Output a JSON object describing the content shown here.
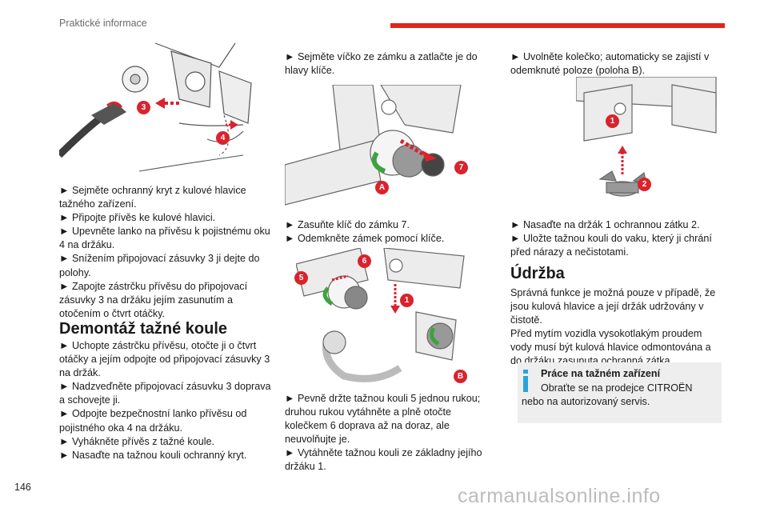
{
  "header": {
    "section_title": "Praktické informace",
    "accent_color": "#e1251b"
  },
  "footer": {
    "page_number": "146",
    "watermark": "carmanualsonline.info"
  },
  "col1": {
    "steps_top": [
      "► Sejměte ochranný kryt z kulové hlavice tažného zařízení.",
      "► Připojte přívěs ke kulové hlavici.",
      "► Upevněte lanko na přívěsu k pojistnému oku 4 na držáku.",
      "► Snížením připojovací zásuvky 3 ji dejte do polohy.",
      "► Zapojte zástrčku přívěsu do připojovací zásuvky 3 na držáku jejím zasunutím a otočením o čtvrt otáčky."
    ],
    "heading": "Demontáž tažné koule",
    "steps_bottom": [
      "► Uchopte zástrčku přívěsu, otočte ji o čtvrt otáčky a jejím odpojte od připojovací zásuvky 3 na držák.",
      "► Nadzveďněte připojovací zásuvku 3 doprava a schovejte ji.",
      "► Odpojte bezpečnostní lanko přívěsu od pojistného oka 4 na držáku.",
      "► Vyhákněte přívěs z tažné koule.",
      "► Nasaďte na tažnou kouli ochranný kryt."
    ],
    "callouts": [
      "3",
      "4"
    ]
  },
  "col2": {
    "intro": "► Sejměte víčko ze zámku a zatlačte je do hlavy klíče.",
    "steps_mid": [
      "► Zasuňte klíč do zámku 7.",
      "► Odemkněte zámek pomocí klíče."
    ],
    "steps_bottom": [
      "► Pevně držte tažnou kouli 5 jednou rukou; druhou rukou vytáhněte a plně otočte kolečkem 6 doprava až na doraz, ale neuvolňujte je.",
      "► Vytáhněte tažnou kouli ze základny jejího držáku 1."
    ],
    "callouts_top": [
      "7",
      "A"
    ],
    "callouts_bottom": [
      "5",
      "6",
      "1",
      "B"
    ]
  },
  "col3": {
    "intro": "► Uvolněte kolečko; automaticky se zajistí v odemknuté poloze (poloha B).",
    "steps_mid": [
      "► Nasaďte na držák 1 ochrannou zátku 2.",
      "► Uložte tažnou kouli do vaku, který ji chrání před nárazy a nečistotami."
    ],
    "heading": "Údržba",
    "paragraphs": [
      "Správná funkce je možná pouze v případě, že jsou kulová hlavice a její držák udržovány v čistotě.",
      "Před mytím vozidla vysokotlakým proudem vody musí být kulová hlavice odmontována a do držáku zasunuta ochranná zátka."
    ],
    "info_box": {
      "title": "Práce na tažném zařízení",
      "body": "Obraťte se na prodejce CITROËN nebo na autorizovaný servis.",
      "icon": "info-icon"
    },
    "callouts": [
      "1",
      "2"
    ]
  }
}
